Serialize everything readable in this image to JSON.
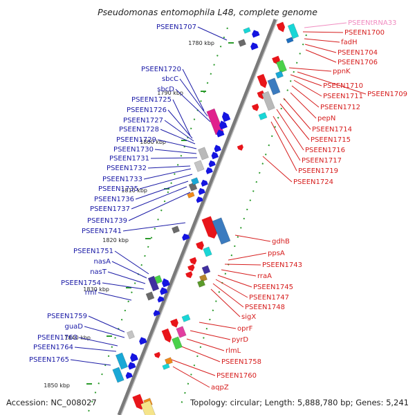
{
  "title": "Pseudomonas entomophila L48, complete genome",
  "footer": {
    "accession": "Accession: NC_008027",
    "summary": "Topology: circular; Length: 5,888,780 bp; Genes: 5,241"
  },
  "colors": {
    "left_label": "#1a1aa6",
    "right_label": "#d61c1c",
    "trna_label": "#f08cc0",
    "backbone": "#8c8c8c",
    "tick": "#2a9a2a"
  },
  "kbp_ticks": [
    "1780 kbp",
    "1790 kbp",
    "1800 kbp",
    "1810 kbp",
    "1820 kbp",
    "1830 kbp",
    "1840 kbp",
    "1850 kbp"
  ],
  "left_genes": [
    "PSEEN1707",
    "PSEEN1720",
    "sbcC",
    "sbcD",
    "PSEEN1725",
    "PSEEN1726",
    "PSEEN1727",
    "PSEEN1728",
    "PSEEN1729",
    "PSEEN1730",
    "PSEEN1731",
    "PSEEN1732",
    "PSEEN1733",
    "PSEEN1735",
    "PSEEN1736",
    "PSEEN1737",
    "PSEEN1739",
    "PSEEN1741",
    "PSEEN1751",
    "nasA",
    "nasT",
    "PSEEN1754",
    "rmf",
    "PSEEN1759",
    "guaD",
    "PSEEN1763",
    "PSEEN1764",
    "PSEEN1765"
  ],
  "right_genes": [
    "PSEENtRNA33",
    "PSEEN1700",
    "fadH",
    "PSEEN1704",
    "PSEEN1706",
    "ppnK",
    "PSEEN1710",
    "PSEEN1709",
    "PSEEN1711",
    "PSEEN1712",
    "pepN",
    "PSEEN1714",
    "PSEEN1715",
    "PSEEN1716",
    "PSEEN1717",
    "PSEEN1719",
    "PSEEN1724",
    "gdhB",
    "ppsA",
    "PSEEN1743",
    "rraA",
    "PSEEN1745",
    "PSEEN1747",
    "PSEEN1748",
    "sigX",
    "oprF",
    "pyrD",
    "rlmL",
    "PSEEN1758",
    "PSEEN1760",
    "aqpZ"
  ]
}
